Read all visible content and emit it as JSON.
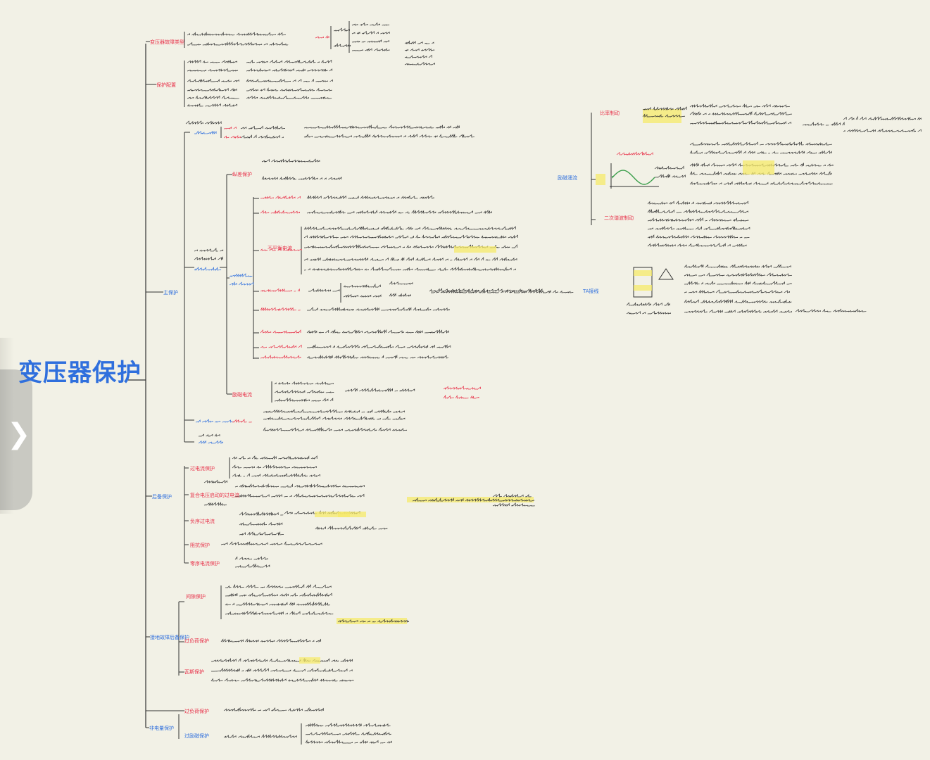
{
  "root": {
    "title": "变压器保护"
  },
  "colors": {
    "background": "#f2f1e6",
    "red_label": "#e8324a",
    "blue_label": "#2f6fdd",
    "ink": "#333333",
    "highlight": "#f5e96a"
  },
  "handle": {
    "icon": "chevron-right-icon",
    "glyph": "❯"
  },
  "branches": [
    {
      "label": "变压器故障类型",
      "color": "red"
    },
    {
      "label": "保护配置",
      "color": "red"
    },
    {
      "label": "主保护",
      "color": "blue"
    },
    {
      "label": "后备保护",
      "color": "blue"
    },
    {
      "label": "接地故障后备保护",
      "color": "blue"
    },
    {
      "label": "过负荷保护",
      "color": "red"
    },
    {
      "label": "非电量保护",
      "color": "blue"
    }
  ],
  "nodes": {
    "longitudinal": "纵差保护",
    "unbalanced_current": "不平衡电流",
    "inrush": "励磁涌流",
    "ct_saturation": "TA饱和",
    "excitation_current": "励磁电流",
    "overcurrent": "过电流保护",
    "compound_voltage": "复合电压启动的过电流",
    "negative_sequence": "负序过电流",
    "impedance": "阻抗保护",
    "zero_sequence": "零序电流保护",
    "gap": "间隙保护",
    "overload": "过负荷保护",
    "gas": "瓦斯保护",
    "overexcitation": "过励磁保护",
    "differential_quick": "差动速断",
    "ratio_restraint": "比率制动",
    "second_harmonic": "二次谐波制动",
    "waveform": "波形对称",
    "dead_angle": "间断角鉴别",
    "ct_wiring": "TA接线"
  }
}
